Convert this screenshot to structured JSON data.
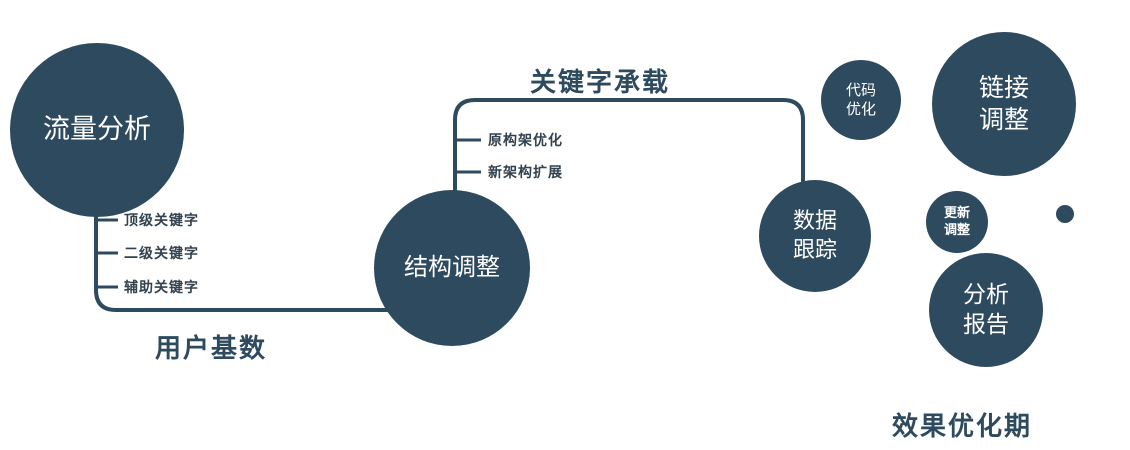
{
  "colors": {
    "primary": "#2e4a5e",
    "background": "#ffffff",
    "node_text": "#ffffff"
  },
  "nodes": {
    "traffic": {
      "label": "流量分析"
    },
    "structure": {
      "label": "结构调整"
    },
    "tracking": {
      "line1": "数据",
      "line2": "跟踪"
    },
    "code": {
      "line1": "代码",
      "line2": "优化"
    },
    "link": {
      "line1": "链接",
      "line2": "调整"
    },
    "update": {
      "line1": "更新",
      "line2": "调整"
    },
    "report": {
      "line1": "分析",
      "line2": "报告"
    }
  },
  "edge_labels": {
    "user_base": "用户基数",
    "keyword_carry": "关键字承载",
    "phase": "效果优化期"
  },
  "branch_labels": {
    "traffic": [
      "顶级关键字",
      "二级关键字",
      "辅助关键字"
    ],
    "structure": [
      "原构架优化",
      "新架构扩展"
    ]
  }
}
